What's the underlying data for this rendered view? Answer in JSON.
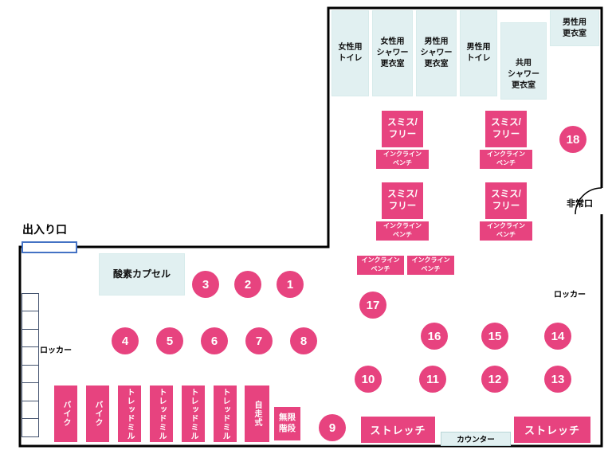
{
  "colors": {
    "pink": "#e7437f",
    "room_fill": "#e1f0f1",
    "entrance_blue": "#4472c4",
    "wall": "#000000"
  },
  "rooms": {
    "womens_toilet": "女性用\nトイレ",
    "womens_shower_locker": "女性用\nシャワー\n更衣室",
    "mens_shower_locker": "男性用\nシャワー\n更衣室",
    "mens_toilet": "男性用\nトイレ",
    "shared_shower_locker": "共用\nシャワー\n更衣室",
    "mens_locker": "男性用\n更衣室"
  },
  "zones": {
    "smith_free": "スミス/\nフリー",
    "incline_bench": "インクライン\nベンチ",
    "oxygen_capsule": "酸素カプセル",
    "stretch": "ストレッチ",
    "infinite_stairs": "無限\n階段",
    "counter": "カウンター",
    "entrance": "出入り口",
    "emergency_exit": "非常口",
    "locker": "ロッカー"
  },
  "cardio": [
    "バイク",
    "バイク",
    "トレッドミル",
    "トレッドミル",
    "トレッドミル",
    "トレッドミル",
    "自走式"
  ],
  "stations": [
    "1",
    "2",
    "3",
    "4",
    "5",
    "6",
    "7",
    "8",
    "9",
    "10",
    "11",
    "12",
    "13",
    "14",
    "15",
    "16",
    "17",
    "18"
  ]
}
